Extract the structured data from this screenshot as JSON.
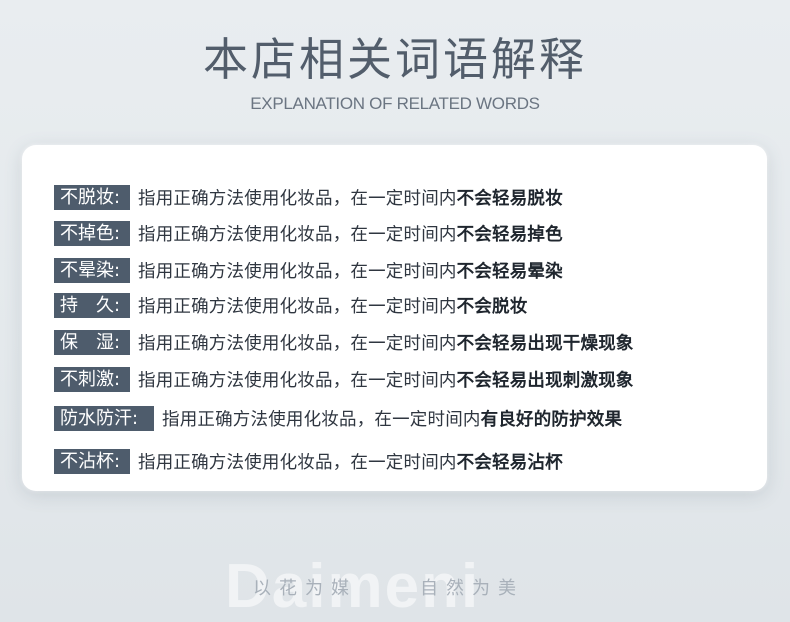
{
  "header": {
    "title": "本店相关词语解释",
    "subtitle": "EXPLANATION OF RELATED WORDS"
  },
  "terms": [
    {
      "label": "不脱妆:",
      "prefix": "指用正确方法使用化妆品，在一定时间内",
      "emphasis": "不会轻易脱妆"
    },
    {
      "label": "不掉色:",
      "prefix": "指用正确方法使用化妆品，在一定时间内",
      "emphasis": "不会轻易掉色"
    },
    {
      "label": "不晕染:",
      "prefix": "指用正确方法使用化妆品，在一定时间内",
      "emphasis": "不会轻易晕染"
    },
    {
      "label": "持　久:",
      "prefix": "指用正确方法使用化妆品，在一定时间内",
      "emphasis": "不会脱妆"
    },
    {
      "label": "保　湿:",
      "prefix": "指用正确方法使用化妆品，在一定时间内",
      "emphasis": "不会轻易出现干燥现象"
    },
    {
      "label": "不刺激:",
      "prefix": "指用正确方法使用化妆品，在一定时间内",
      "emphasis": "不会轻易出现刺激现象"
    },
    {
      "label": "防水防汗:",
      "prefix": "指用正确方法使用化妆品，在一定时间内",
      "emphasis": "有良好的防护效果"
    },
    {
      "label": "不沾杯:",
      "prefix": "指用正确方法使用化妆品，在一定时间内",
      "emphasis": "不会轻易沾杯"
    }
  ],
  "footer": {
    "left": "以花为媒",
    "right": "自然为美",
    "watermark": "Daimeni"
  },
  "colors": {
    "label_bg": "#4e5c6c",
    "title": "#525d6b",
    "background": "#e6ebee"
  }
}
